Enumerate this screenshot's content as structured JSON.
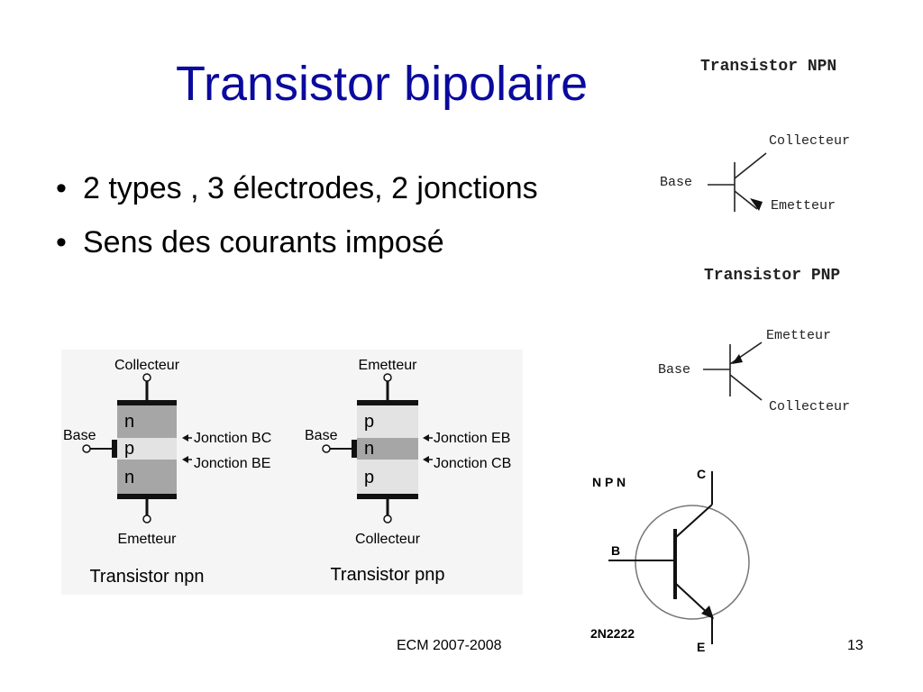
{
  "slide": {
    "title": "Transistor bipolaire",
    "bullets": [
      "2 types , 3 électrodes, 2 jonctions",
      "Sens des courants imposé"
    ],
    "footer": "ECM 2007-2008",
    "page_number": "13"
  },
  "npn_symbol": {
    "title": "Transistor NPN",
    "base": "Base",
    "collector": "Collecteur",
    "emitter": "Emetteur"
  },
  "pnp_symbol": {
    "title": "Transistor PNP",
    "base": "Base",
    "emitter": "Emetteur",
    "collector": "Collecteur"
  },
  "npn_structure": {
    "top_label": "Collecteur",
    "bottom_label": "Emetteur",
    "base_label": "Base",
    "layers": [
      "n",
      "p",
      "n"
    ],
    "junction_top": "Jonction BC",
    "junction_bottom": "Jonction BE",
    "caption": "Transistor npn"
  },
  "pnp_structure": {
    "top_label": "Emetteur",
    "bottom_label": "Collecteur",
    "base_label": "Base",
    "layers": [
      "p",
      "n",
      "p"
    ],
    "junction_top": "Jonction EB",
    "junction_bottom": "Jonction CB",
    "caption": "Transistor pnp"
  },
  "symbol_2n2222": {
    "type_label": "N P N",
    "c": "C",
    "b": "B",
    "e": "E",
    "part": "2N2222"
  }
}
